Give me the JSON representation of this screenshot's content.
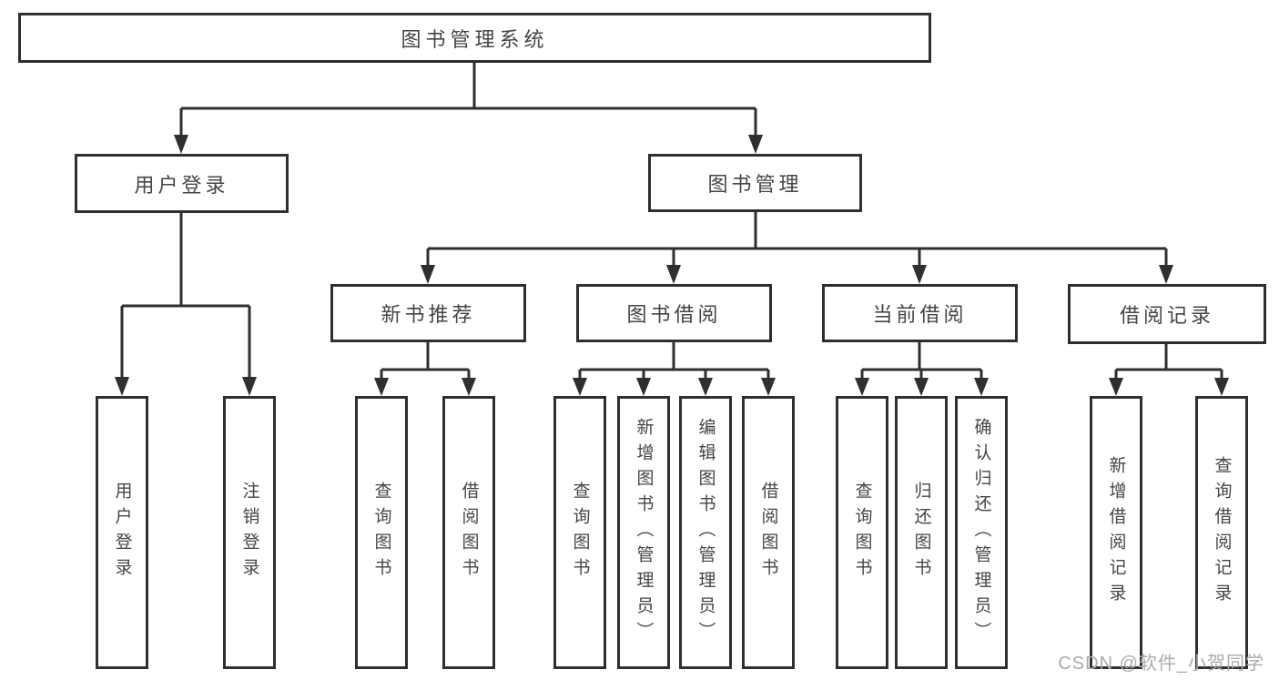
{
  "diagram": {
    "root": {
      "label": "图书管理系统"
    },
    "branches": [
      {
        "label": "用户登录",
        "children": [
          {
            "label": "用户登录"
          },
          {
            "label": "注销登录"
          }
        ]
      },
      {
        "label": "图书管理",
        "children": [
          {
            "label": "新书推荐",
            "children": [
              {
                "label": "查询图书"
              },
              {
                "label": "借阅图书"
              }
            ]
          },
          {
            "label": "图书借阅",
            "children": [
              {
                "label": "查询图书"
              },
              {
                "label": "新增图书（管理员）"
              },
              {
                "label": "编辑图书（管理员）"
              },
              {
                "label": "借阅图书"
              }
            ]
          },
          {
            "label": "当前借阅",
            "children": [
              {
                "label": "查询图书"
              },
              {
                "label": "归还图书"
              },
              {
                "label": "确认归还（管理员）"
              }
            ]
          },
          {
            "label": "借阅记录",
            "children": [
              {
                "label": "新增借阅记录"
              },
              {
                "label": "查询借阅记录"
              }
            ]
          }
        ]
      }
    ]
  },
  "watermark": {
    "text": "CSDN @软件_小贺同学"
  },
  "colors": {
    "line": "#2f2f2f",
    "text": "#454545",
    "watermark": "#ababab",
    "background": "#ffffff"
  }
}
